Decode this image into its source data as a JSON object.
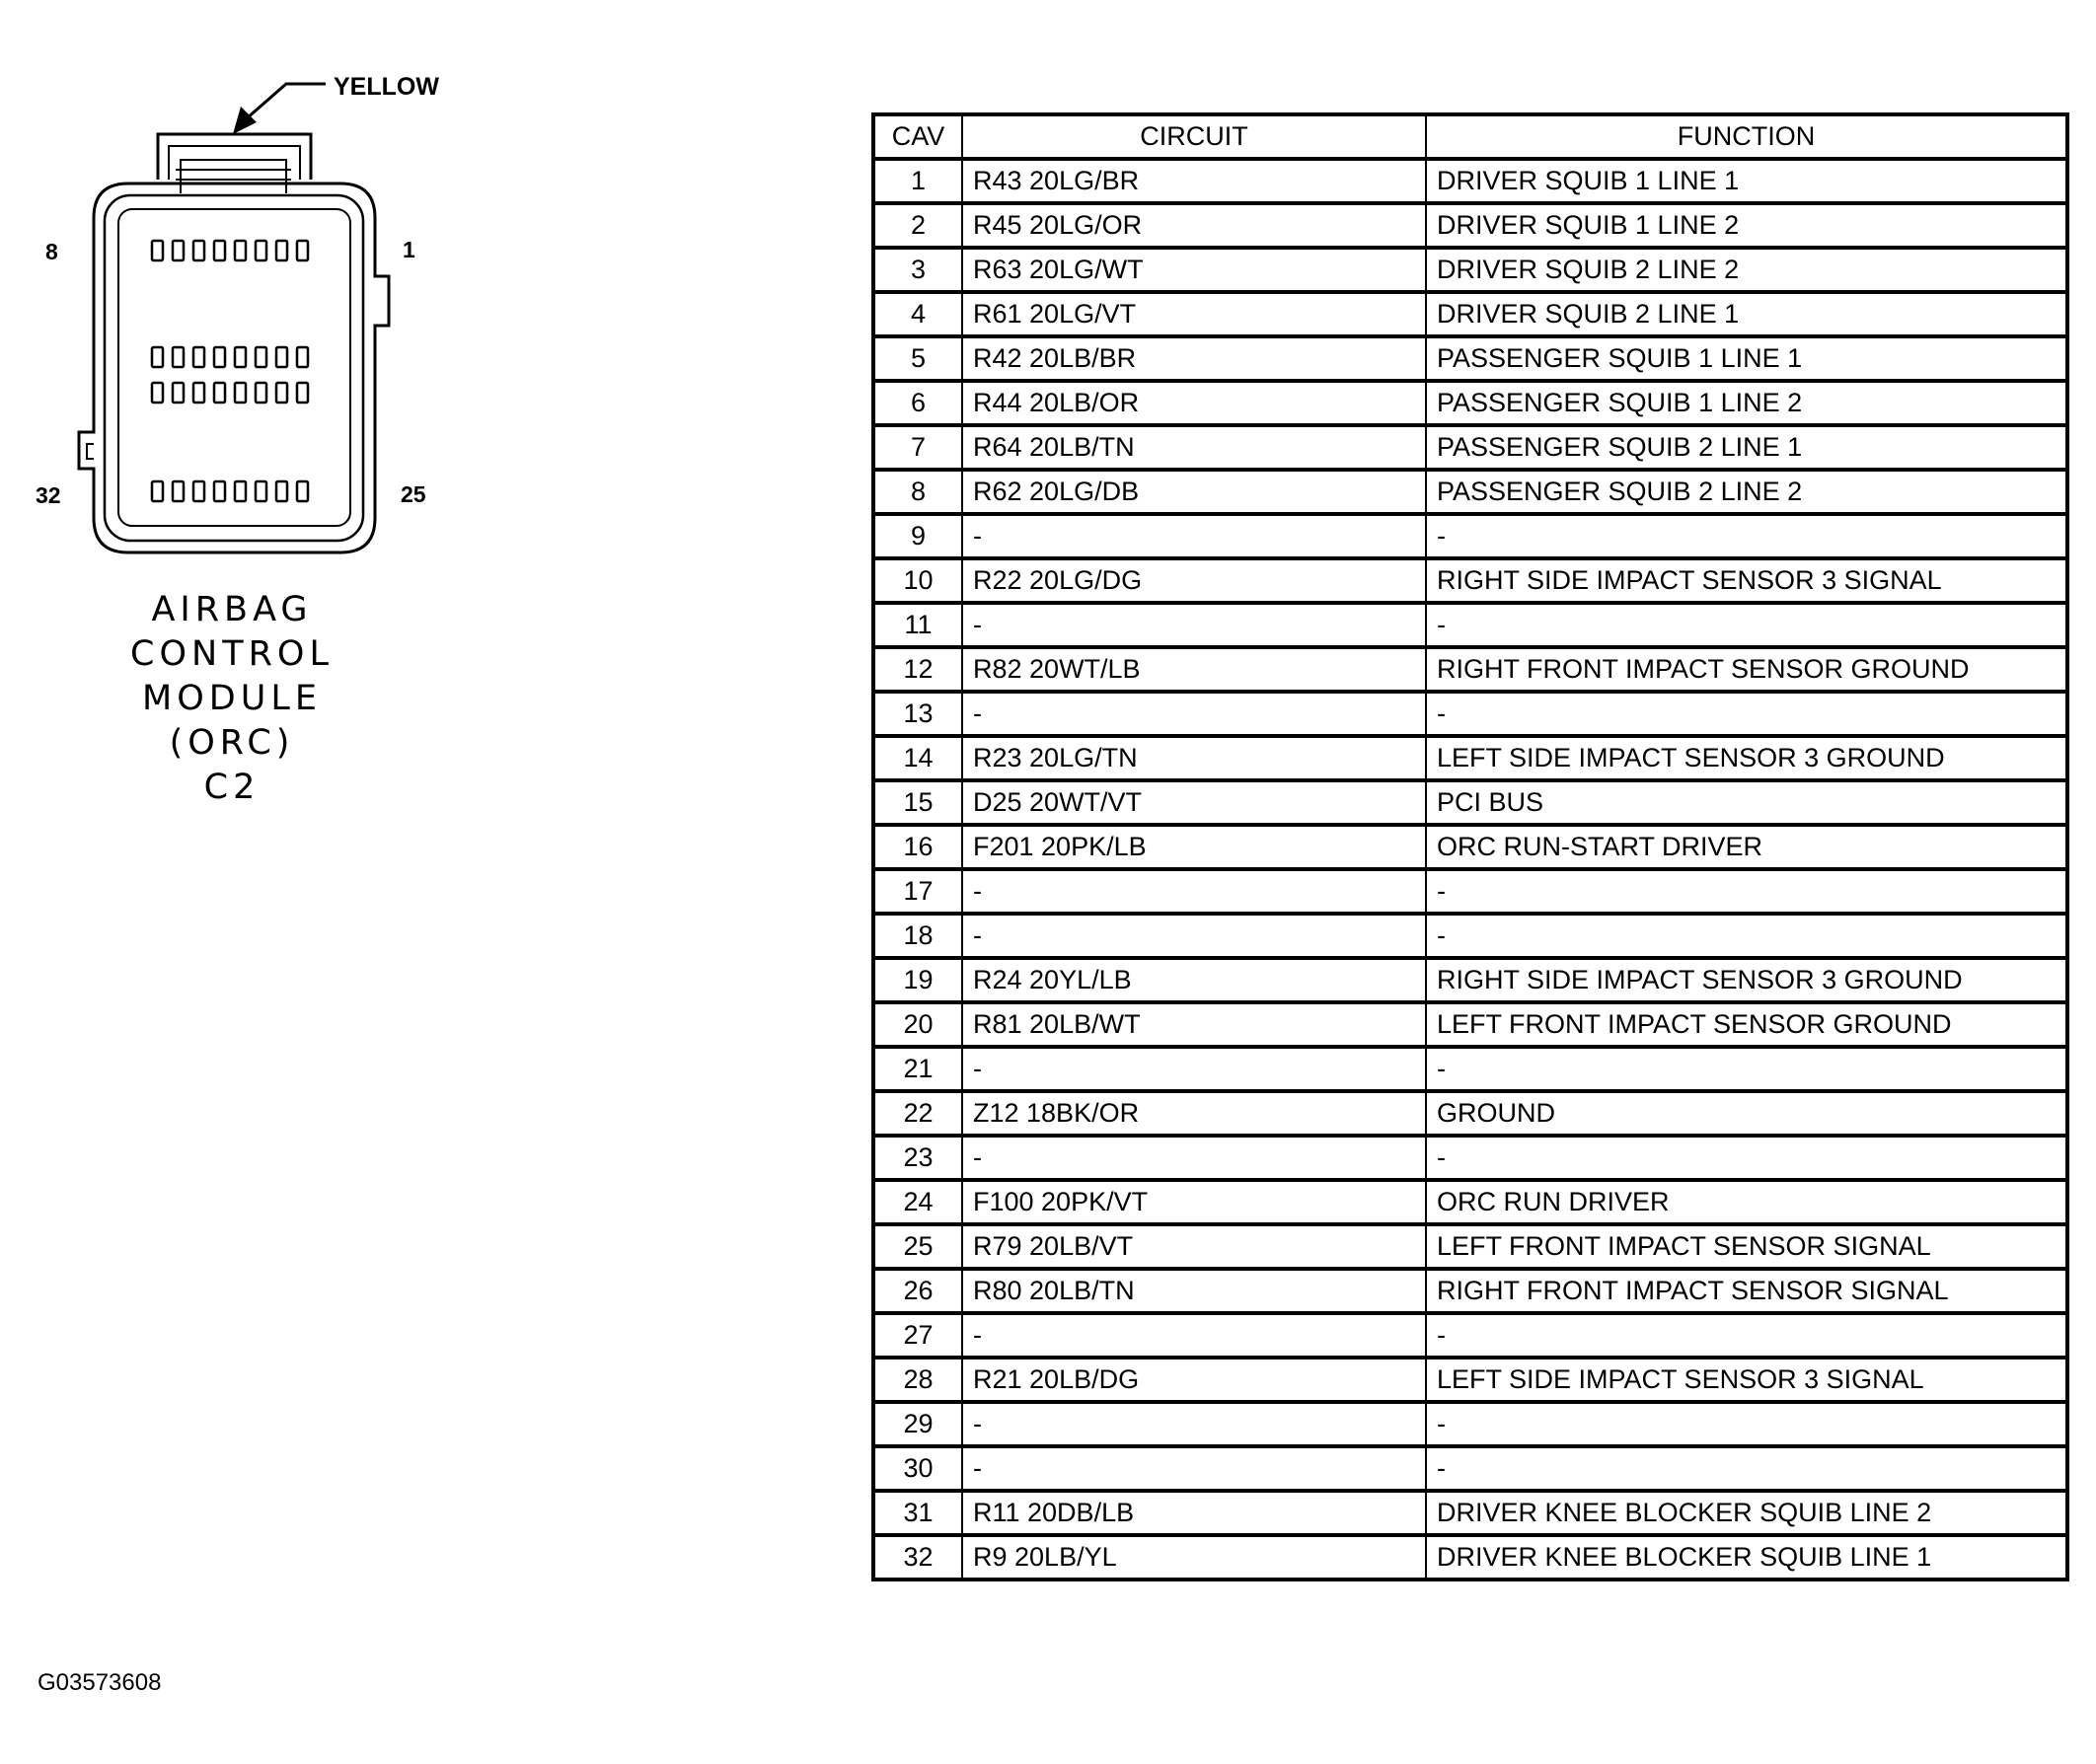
{
  "connector": {
    "color_callout": "YELLOW",
    "pin_labels": {
      "top_left": "8",
      "top_right": "1",
      "bottom_left": "32",
      "bottom_right": "25"
    }
  },
  "module_label": [
    "AIRBAG",
    "CONTROL",
    "MODULE",
    "(ORC)",
    "C2"
  ],
  "table": {
    "headers": [
      "CAV",
      "CIRCUIT",
      "FUNCTION"
    ],
    "rows": [
      {
        "cav": "1",
        "circuit": "R43 20LG/BR",
        "function": "DRIVER SQUIB 1 LINE 1"
      },
      {
        "cav": "2",
        "circuit": "R45 20LG/OR",
        "function": "DRIVER SQUIB 1 LINE 2"
      },
      {
        "cav": "3",
        "circuit": "R63 20LG/WT",
        "function": "DRIVER SQUIB 2 LINE 2"
      },
      {
        "cav": "4",
        "circuit": "R61 20LG/VT",
        "function": "DRIVER SQUIB 2 LINE 1"
      },
      {
        "cav": "5",
        "circuit": "R42 20LB/BR",
        "function": "PASSENGER SQUIB 1 LINE 1"
      },
      {
        "cav": "6",
        "circuit": "R44 20LB/OR",
        "function": "PASSENGER SQUIB 1 LINE 2"
      },
      {
        "cav": "7",
        "circuit": "R64 20LB/TN",
        "function": "PASSENGER SQUIB 2 LINE 1"
      },
      {
        "cav": "8",
        "circuit": "R62 20LG/DB",
        "function": "PASSENGER SQUIB 2 LINE 2"
      },
      {
        "cav": "9",
        "circuit": "-",
        "function": "-"
      },
      {
        "cav": "10",
        "circuit": "R22 20LG/DG",
        "function": "RIGHT SIDE IMPACT SENSOR 3 SIGNAL"
      },
      {
        "cav": "11",
        "circuit": "-",
        "function": "-"
      },
      {
        "cav": "12",
        "circuit": "R82 20WT/LB",
        "function": "RIGHT FRONT IMPACT SENSOR GROUND"
      },
      {
        "cav": "13",
        "circuit": "-",
        "function": "-"
      },
      {
        "cav": "14",
        "circuit": "R23 20LG/TN",
        "function": "LEFT SIDE IMPACT SENSOR 3 GROUND"
      },
      {
        "cav": "15",
        "circuit": "D25 20WT/VT",
        "function": "PCI BUS"
      },
      {
        "cav": "16",
        "circuit": "F201 20PK/LB",
        "function": "ORC RUN-START DRIVER"
      },
      {
        "cav": "17",
        "circuit": "-",
        "function": "-"
      },
      {
        "cav": "18",
        "circuit": "-",
        "function": "-"
      },
      {
        "cav": "19",
        "circuit": "R24 20YL/LB",
        "function": "RIGHT SIDE IMPACT SENSOR 3 GROUND"
      },
      {
        "cav": "20",
        "circuit": "R81 20LB/WT",
        "function": "LEFT FRONT IMPACT SENSOR GROUND"
      },
      {
        "cav": "21",
        "circuit": "-",
        "function": "-"
      },
      {
        "cav": "22",
        "circuit": "Z12 18BK/OR",
        "function": "GROUND"
      },
      {
        "cav": "23",
        "circuit": "-",
        "function": "-"
      },
      {
        "cav": "24",
        "circuit": "F100 20PK/VT",
        "function": "ORC RUN DRIVER"
      },
      {
        "cav": "25",
        "circuit": "R79 20LB/VT",
        "function": "LEFT FRONT IMPACT SENSOR SIGNAL"
      },
      {
        "cav": "26",
        "circuit": "R80 20LB/TN",
        "function": "RIGHT FRONT IMPACT SENSOR SIGNAL"
      },
      {
        "cav": "27",
        "circuit": "-",
        "function": "-"
      },
      {
        "cav": "28",
        "circuit": "R21 20LB/DG",
        "function": "LEFT SIDE IMPACT SENSOR 3 SIGNAL"
      },
      {
        "cav": "29",
        "circuit": "-",
        "function": "-"
      },
      {
        "cav": "30",
        "circuit": "-",
        "function": "-"
      },
      {
        "cav": "31",
        "circuit": "R11 20DB/LB",
        "function": "DRIVER KNEE BLOCKER SQUIB LINE 2"
      },
      {
        "cav": "32",
        "circuit": "R9 20LB/YL",
        "function": "DRIVER KNEE BLOCKER SQUIB LINE 1"
      }
    ]
  },
  "figure_id": "G03573608"
}
